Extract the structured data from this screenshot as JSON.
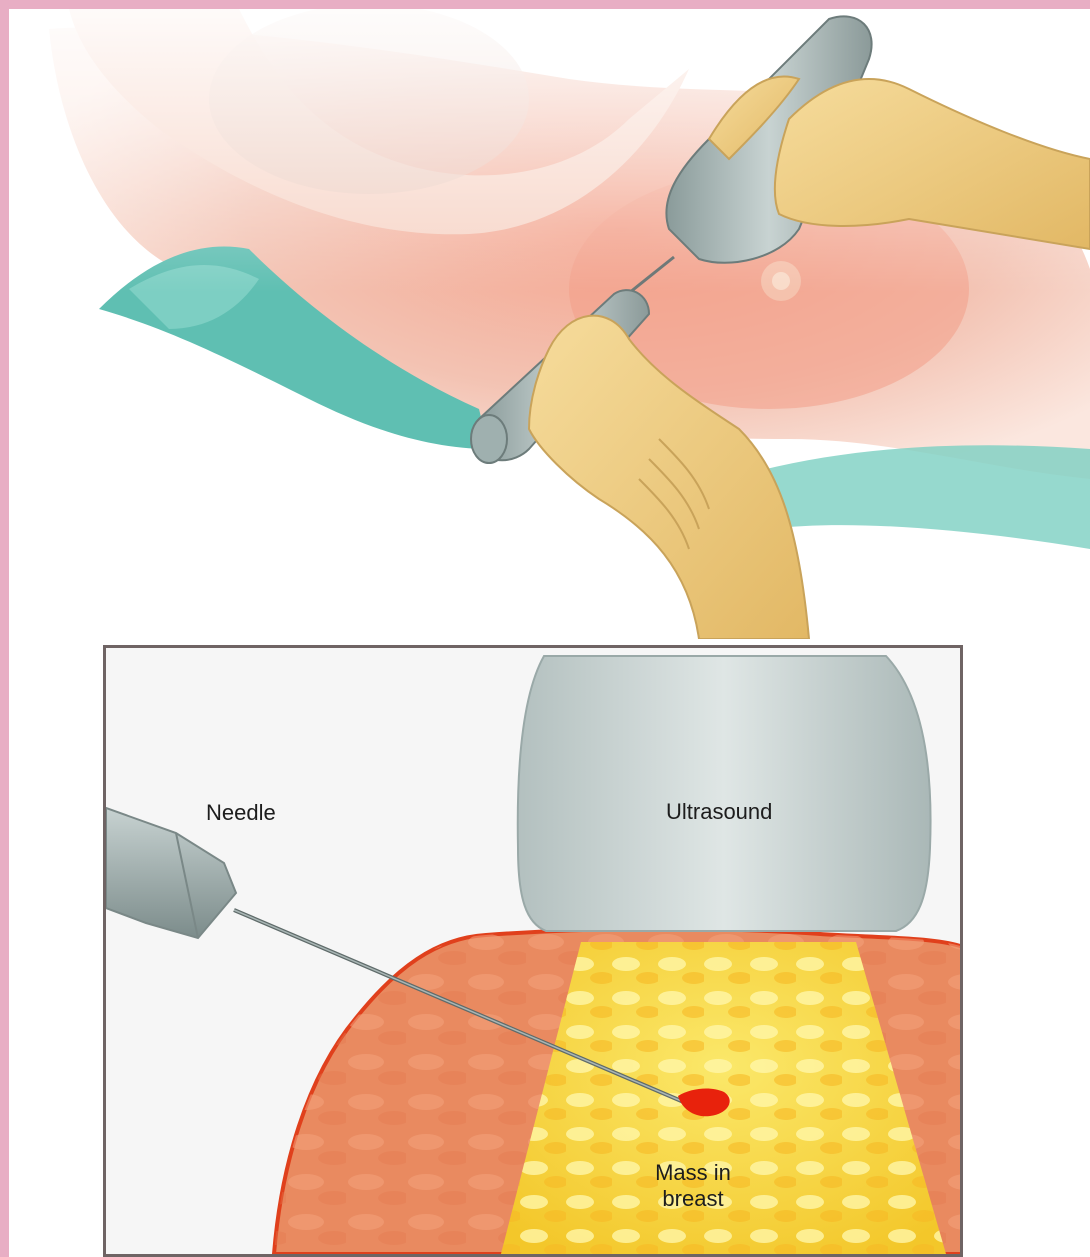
{
  "labels": {
    "needle": "Needle",
    "ultrasound": "Ultrasound",
    "mass_line1": "Mass in",
    "mass_line2": "breast"
  },
  "colors": {
    "page_border": "#e8aec4",
    "skin": "#f2b7a3",
    "drape": "#5fbfb2",
    "glove": "#f1cf86",
    "probe": "#a9b9b8",
    "tissue": "#e98a60",
    "ultrasound_beam": "#f6d43a",
    "mass": "#e8220c"
  }
}
